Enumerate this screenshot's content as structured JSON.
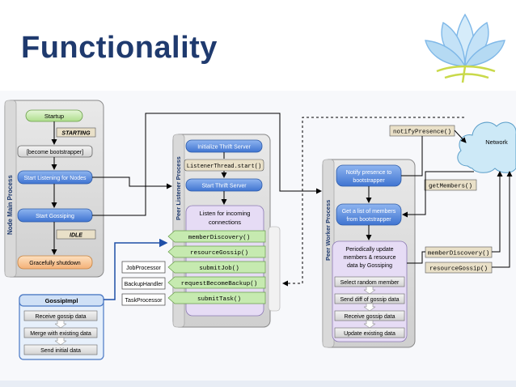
{
  "title": "Functionality",
  "panels": {
    "node_main": "Node Main Process",
    "peer_listener": "Peer Listener Process",
    "peer_worker": "Peer Worker Process",
    "gossip_impl": "GossipImpl"
  },
  "node_main": {
    "startup": "Startup",
    "state_starting": "STARTING",
    "become_bootstrapper": "[become bootstrapper]",
    "start_listening": "Start Listening for Nodes",
    "start_gossiping": "Start Gossiping",
    "state_idle": "IDLE",
    "shutdown": "Gracefully shutdown"
  },
  "listener": {
    "init_thrift": "Initialize Thrift Server",
    "listener_thread": "ListenerThread.start()",
    "start_thrift": "Start Thrift Server",
    "listen_line1": "Listen for incoming",
    "listen_line2": "connections",
    "rpc": [
      "memberDiscovery()",
      "resourceGossip()",
      "submitJob()",
      "requestBecomeBackup()",
      "submitTask()"
    ]
  },
  "handlers": [
    "JobProcessor",
    "BackupHandler",
    "TaskProcessor"
  ],
  "worker": {
    "notify_line1": "Notify presence to",
    "notify_line2": "bootstrapper",
    "getlist_line1": "Get a list of members",
    "getlist_line2": "from bootstrapper",
    "periodic_line1": "Periodically update",
    "periodic_line2": "members & resource",
    "periodic_line3": "data by Gossiping",
    "steps": [
      "Select random member",
      "Send diff of gossip data",
      "Receive gossip data",
      "Update existing data"
    ]
  },
  "gossip_impl": {
    "steps": [
      "Receive gossip data",
      "Merge with existing data",
      "Send initial data"
    ]
  },
  "network": {
    "label": "Network",
    "calls": [
      "notifyPresence()",
      "getMembers()",
      "memberDiscovery()",
      "resourceGossip()"
    ]
  },
  "colors": {
    "title": "#1f3a6e",
    "green_box": "#c6eab0",
    "blue_box": "#5b8fe0",
    "orange_box": "#f9c99a",
    "purple_panel": "#e6dcf5",
    "tan_label": "#e9e0c8",
    "cloud": "#cde9f7"
  }
}
